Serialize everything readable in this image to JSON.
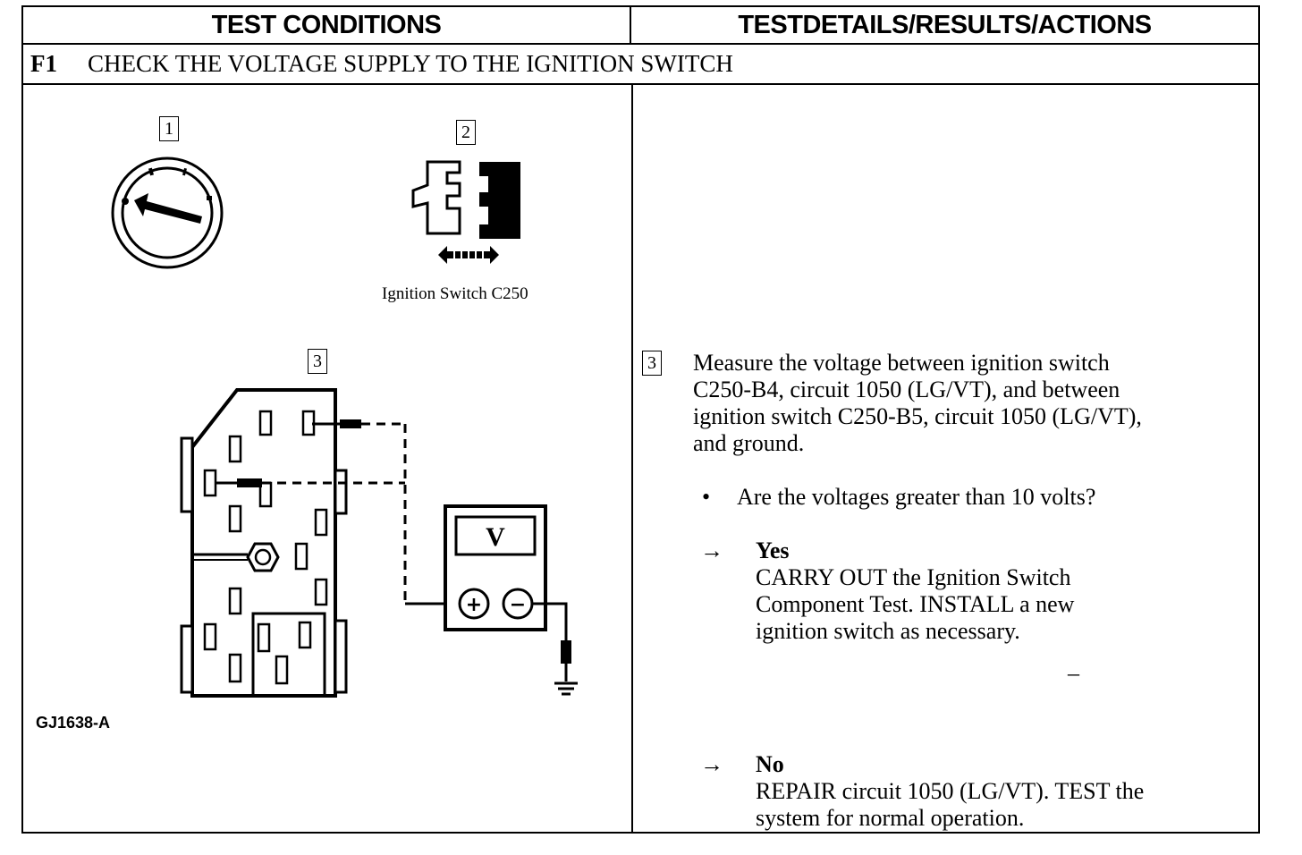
{
  "header": {
    "left": "TEST CONDITIONS",
    "right": "TESTDETAILS/RESULTS/ACTIONS"
  },
  "step": {
    "code": "F1",
    "title": "CHECK THE VOLTAGE SUPPLY TO THE IGNITION SWITCH"
  },
  "figure": {
    "labels": [
      "1",
      "2",
      "3"
    ],
    "connector_caption": "Ignition Switch C250",
    "meter_letter": "V",
    "plus": "+",
    "minus": "−",
    "figure_id": "GJ1638-A"
  },
  "details": {
    "step_label": "3",
    "lines": [
      "Measure the voltage between ignition switch",
      "C250-B4, circuit 1050 (LG/VT), and between",
      "ignition switch C250-B5, circuit 1050 (LG/VT),",
      "and ground."
    ],
    "bullet": "•",
    "question": "Are the voltages greater than 10 volts?",
    "arrow": "→",
    "yes": {
      "label": "Yes",
      "lines": [
        "CARRY OUT the Ignition Switch",
        "Component Test. INSTALL a new",
        "ignition switch as necessary."
      ]
    },
    "dash": "–",
    "no": {
      "label": "No",
      "lines": [
        "REPAIR circuit 1050 (LG/VT). TEST the",
        "system for normal operation."
      ]
    }
  }
}
